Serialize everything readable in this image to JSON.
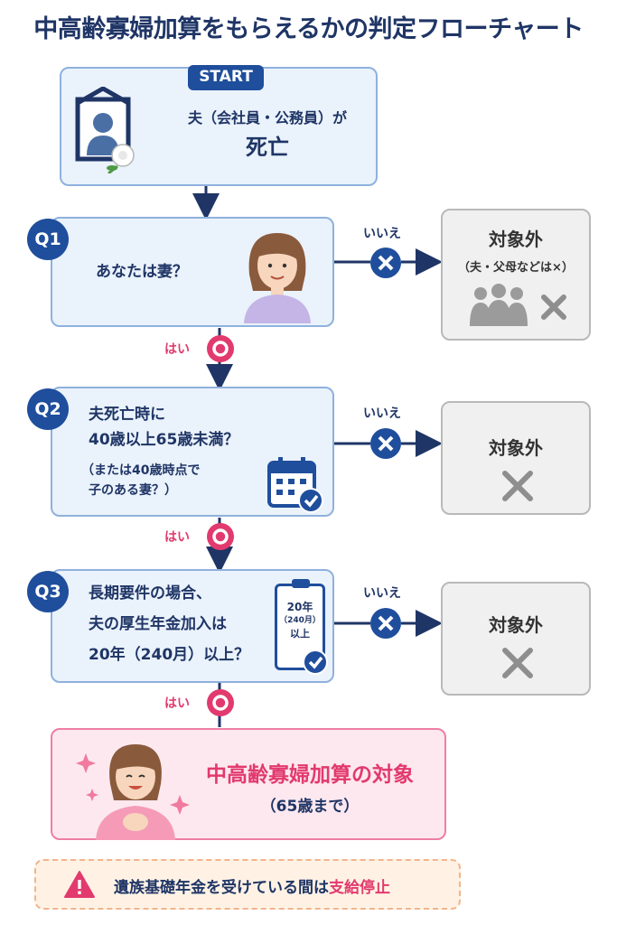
{
  "title": "中高齢寡婦加算をもらえるかの判定フローチャート",
  "start": {
    "badge": "START",
    "line1": "夫（会社員・公務員）が",
    "line2": "死亡"
  },
  "questions": [
    {
      "badge": "Q1",
      "lines": [
        "あなたは妻？"
      ],
      "note": []
    },
    {
      "badge": "Q2",
      "lines": [
        "夫死亡時に",
        "40歳以上65歳未満？"
      ],
      "note": [
        "（または40歳時点で",
        "子のある妻？）"
      ]
    },
    {
      "badge": "Q3",
      "lines": [
        "長期要件の場合、",
        "夫の厚生年金加入は",
        "20年（240月）以上？"
      ],
      "note": []
    }
  ],
  "calendar_icon": {
    "line1": "20年",
    "line2": "（240月）",
    "line3": "以上"
  },
  "no_label": "いいえ",
  "yes_label": "はい",
  "outside": [
    {
      "title": "対象外",
      "sub": "（夫・父母などは×）"
    },
    {
      "title": "対象外",
      "sub": ""
    },
    {
      "title": "対象外",
      "sub": ""
    }
  ],
  "result": {
    "title": "中高齢寡婦加算の対象",
    "sub": "（65歳まで）"
  },
  "warning": {
    "text_before": "遺族基礎年金を受けている間は",
    "text_highlight": "支給停止"
  },
  "colors": {
    "navy": "#1f4e9c",
    "pink": "#e23a6e",
    "box_blue": "#eaf2fb",
    "grey": "#f0f0f0"
  }
}
